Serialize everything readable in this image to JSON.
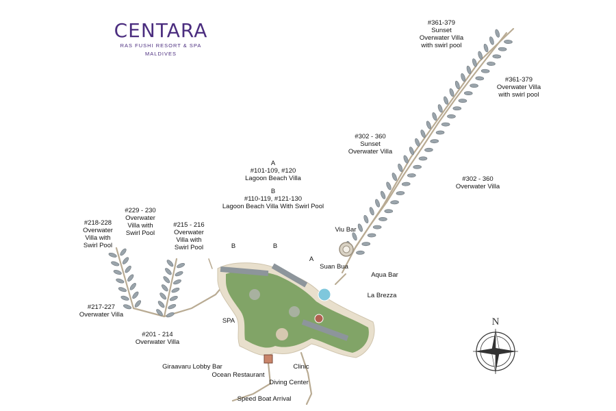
{
  "brand": {
    "name": "CENTARA",
    "line1": "RAS FUSHI RESORT & SPA",
    "line2": "MALDIVES",
    "color": "#4b2d7f"
  },
  "compass": {
    "letter": "N",
    "icon": "compass-rose-icon"
  },
  "colors": {
    "island_green": "#6f9a55",
    "sand": "#e8dfcc",
    "jetty": "#b9ab93",
    "villa": "#9aa4ab",
    "lagoon": "#cfe7ee"
  },
  "labels": {
    "villa_361_sunset": [
      "#361-379",
      "Sunset",
      "Overwater Villa",
      "with swirl pool"
    ],
    "villa_361": [
      "#361-379",
      "Overwater Villa",
      "with swirl pool"
    ],
    "villa_302_sunset": [
      "#302 - 360",
      "Sunset",
      "Overwater Villa"
    ],
    "villa_302": [
      "#302 - 360",
      "Overwater Villa"
    ],
    "lagoon_a": [
      "A",
      "#101-109, #120",
      "Lagoon Beach Villa"
    ],
    "lagoon_b": [
      "B",
      "#110-119, #121-130",
      "Lagoon Beach Villa With Swirl Pool"
    ],
    "villa_229": [
      "#229 - 230",
      "Overwater",
      "Villa with",
      "Swirl Pool"
    ],
    "villa_218": [
      "#218-228",
      "Overwater",
      "Villa with",
      "Swirl Pool"
    ],
    "villa_215": [
      "#215 - 216",
      "Overwater",
      "Villa with",
      "Swirl Pool"
    ],
    "villa_217": [
      "#217-227",
      "Overwater Villa"
    ],
    "villa_201": [
      "#201 - 214",
      "Overwater Villa"
    ],
    "marker_b1": "B",
    "marker_b2": "B",
    "marker_a": "A",
    "viu_bar": "Viu Bar",
    "suan_bua": "Suan Bua",
    "aqua_bar": "Aqua Bar",
    "la_brezza": "La Brezza",
    "spa": "SPA",
    "clinic": "Clinic",
    "lobby_bar": "Giraavaru Lobby Bar",
    "ocean_restaurant": "Ocean Restaurant",
    "diving_center": "Diving Center",
    "speed_boat": "Speed Boat Arrival"
  }
}
